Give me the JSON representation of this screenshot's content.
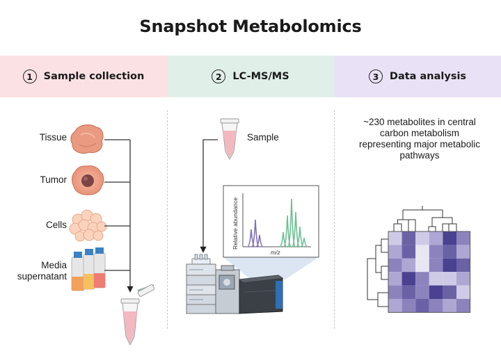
{
  "title": "Snapshot Metabolomics",
  "steps": [
    {
      "number": "1",
      "label": "Sample collection"
    },
    {
      "number": "2",
      "label": "LC-MS/MS"
    },
    {
      "number": "3",
      "label": "Data analysis"
    }
  ],
  "sample_collection": {
    "sources": [
      "Tissue",
      "Tumor",
      "Cells",
      "Media supernatant"
    ]
  },
  "lcms": {
    "sample_label": "Sample",
    "spectrum_ylabel": "Relative abundance",
    "spectrum_xlabel": "m/z"
  },
  "data_analysis": {
    "description": "~230 metabolites in central carbon metabolism representing major metabolic pathways"
  },
  "colors": {
    "band_1": "#fbe1e3",
    "band_2": "#e1efe9",
    "band_3": "#e9e2f6",
    "tube_fill": "#f3b8c0",
    "peaks_purple": "#7f71b8",
    "peaks_green": "#6fbf94"
  }
}
